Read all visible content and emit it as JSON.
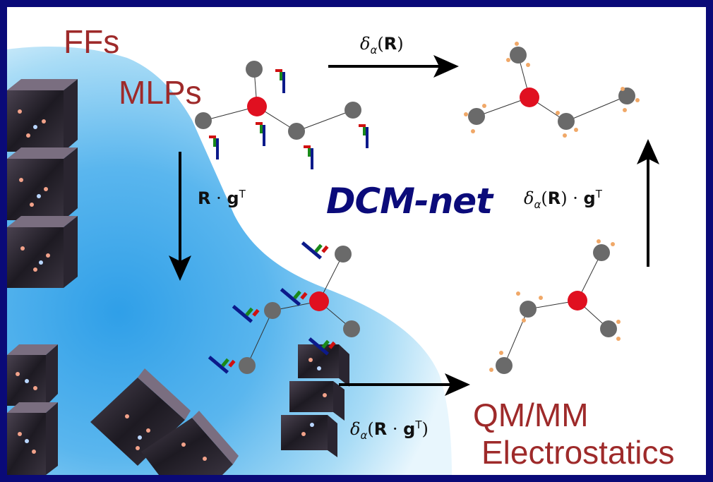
{
  "figure": {
    "title": "DCM-net",
    "labels": {
      "ffs": "FFs",
      "mlps": "MLPs",
      "qmmm": "QM/MM",
      "electrostatics": "Electrostatics"
    },
    "operations": {
      "rotate_input": {
        "bold": "R",
        "dot": "·",
        "bold2": "g",
        "sup": "T"
      },
      "delta_r": {
        "delta": "δ",
        "sub": "α",
        "open": "(",
        "bold": "R",
        "close": ")"
      },
      "delta_r_gt": {
        "delta": "δ",
        "sub": "α",
        "open": "(",
        "bold": "R",
        "close": ")",
        "dot": "·",
        "bold2": "g",
        "sup": "T"
      },
      "delta_rg_paren": {
        "delta": "δ",
        "sub": "α",
        "open": "(",
        "bold": "R",
        "dot": "·",
        "bold2": "g",
        "sup": "T",
        "close": ")"
      }
    },
    "colors": {
      "frame": "#0a0a78",
      "label_red": "#9e2a2a",
      "title_blue": "#0b0b7a",
      "oxygen": "#e01020",
      "carbon": "#6a6a6a",
      "charge": "#f0a868",
      "region_blue": "#6fc0ee"
    }
  }
}
